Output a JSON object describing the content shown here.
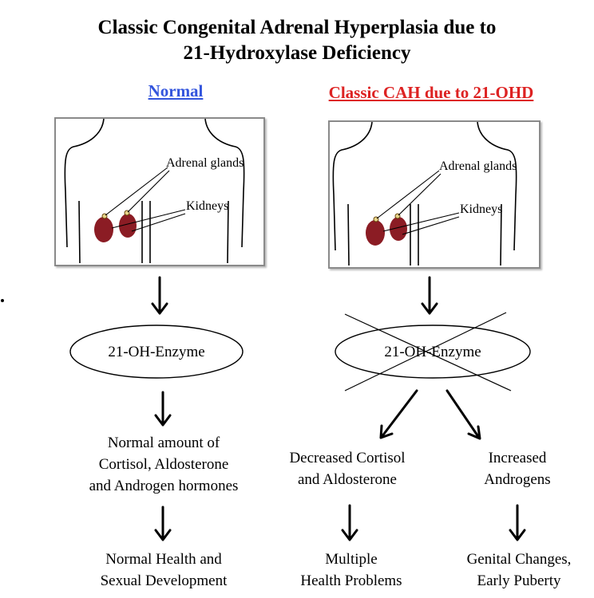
{
  "title": {
    "line1": "Classic Congenital Adrenal Hyperplasia due to",
    "line2": "21-Hydroxylase Deficiency"
  },
  "normal": {
    "heading": "Normal",
    "heading_color": "#3355dd",
    "adrenal_label": "Adrenal glands",
    "kidney_label": "Kidneys",
    "enzyme": "21-OH-Enzyme",
    "result": [
      "Normal amount of",
      "Cortisol, Aldosterone",
      "and Androgen hormones"
    ],
    "outcome": [
      "Normal Health and",
      "Sexual Development"
    ]
  },
  "cah": {
    "heading": "Classic CAH due to 21-OHD",
    "heading_color": "#dd2222",
    "adrenal_label": "Adrenal glands",
    "kidney_label": "Kidneys",
    "enzyme": "21-OH-Enzyme",
    "left_result": [
      "Decreased Cortisol",
      "and Aldosterone"
    ],
    "right_result": [
      "Increased",
      "Androgens"
    ],
    "left_outcome": [
      "Multiple",
      "Health Problems"
    ],
    "right_outcome": [
      "Genital Changes,",
      "Early Puberty"
    ]
  },
  "colors": {
    "kidney": "#8b1c24",
    "adrenal": "#e8d58a"
  }
}
